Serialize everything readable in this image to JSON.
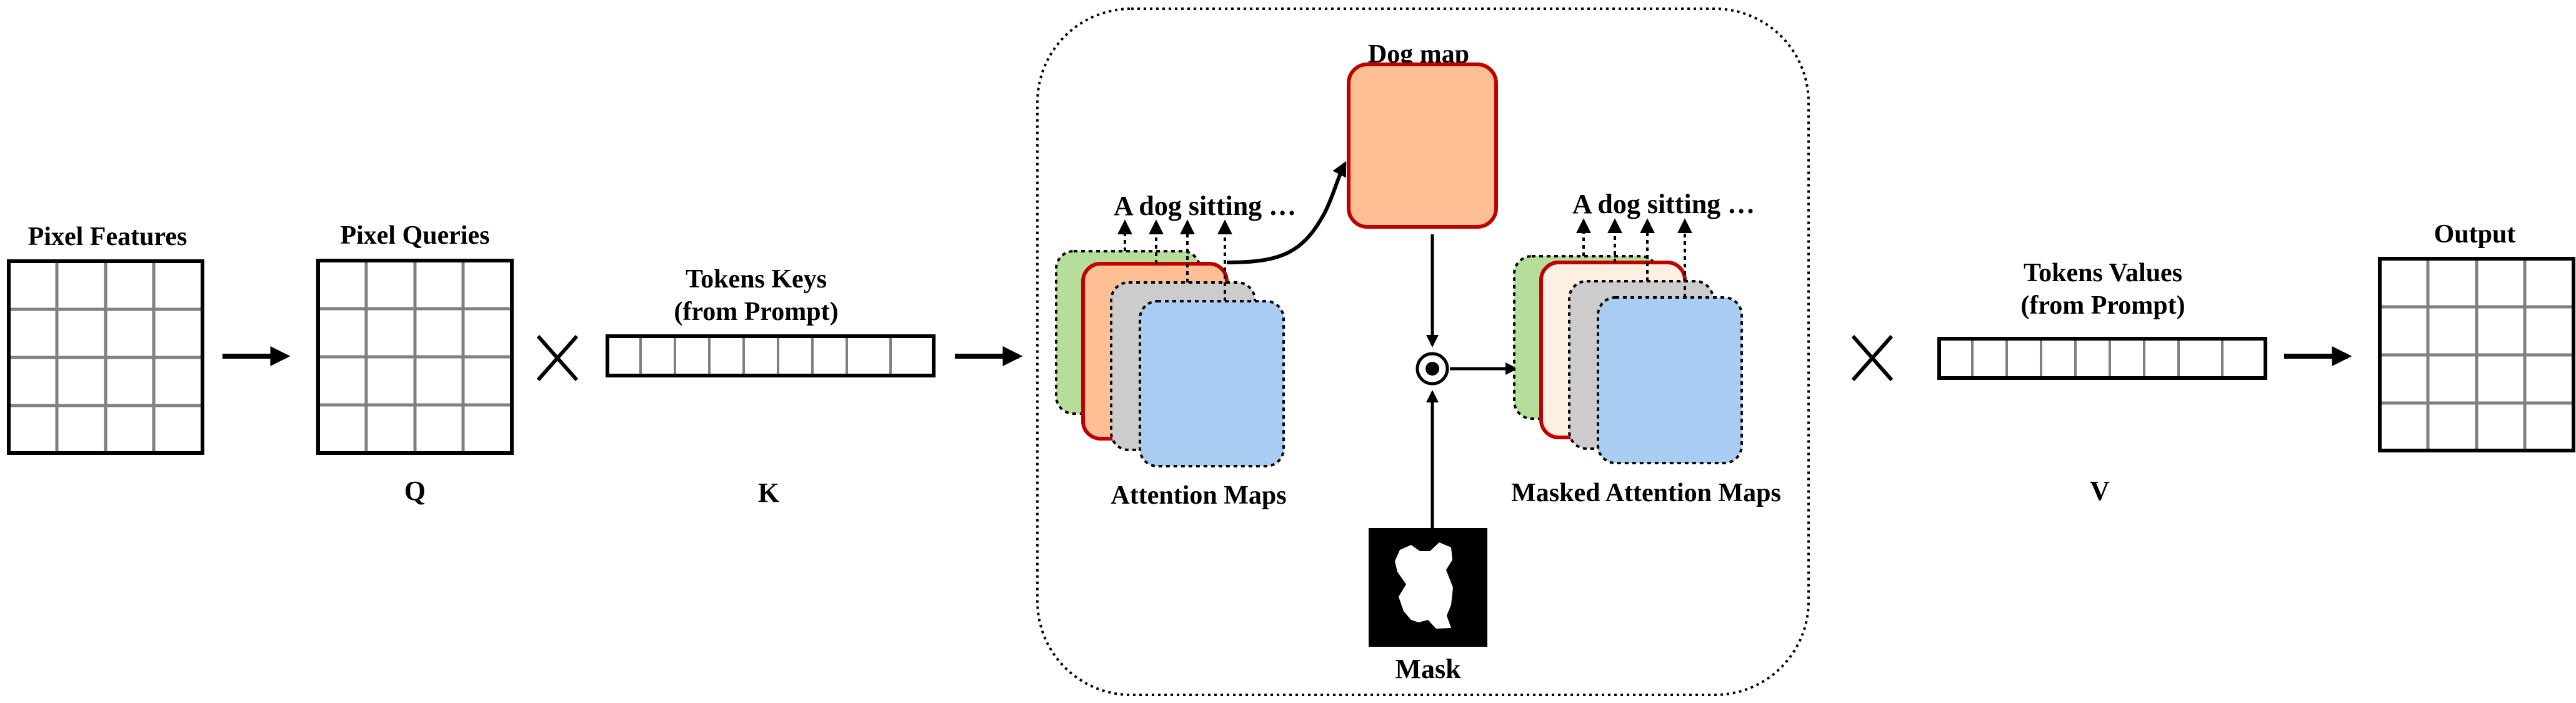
{
  "labels": {
    "pixel_features": "Pixel Features",
    "pixel_queries": "Pixel Queries",
    "q": "Q",
    "tokens_keys_line1": "Tokens Keys",
    "tokens_keys_line2": "(from Prompt)",
    "k": "K",
    "attention_words": "A dog sitting …",
    "attention_maps": "Attention Maps",
    "dog_map": "Dog map",
    "masked_words": "A dog sitting …",
    "masked_attention_maps": "Masked Attention Maps",
    "mask": "Mask",
    "tokens_values_line1": "Tokens Values",
    "tokens_values_line2": "(from Prompt)",
    "v": "V",
    "output": "Output"
  },
  "colors": {
    "green_map": "#b7dd9a",
    "orange_map": "#fdbf93",
    "pale_orange_map": "#fdf0e3",
    "gray_map": "#cccccc",
    "blue_map": "#a9cdf2",
    "red_border": "#c00000",
    "grid_line": "#808080"
  },
  "icons": {
    "multiply_1": "multiply-icon",
    "multiply_2": "multiply-icon",
    "hadamard": "hadamard-product-icon"
  }
}
